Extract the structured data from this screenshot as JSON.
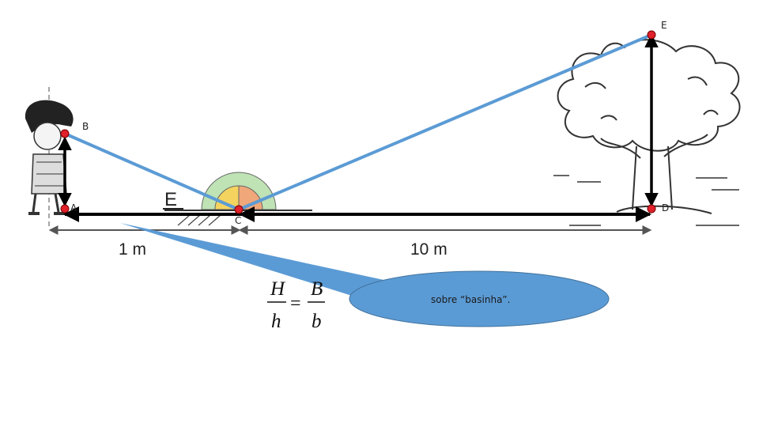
{
  "points": {
    "A": "A",
    "B": "B",
    "C": "C",
    "D": "D",
    "E": "E"
  },
  "mirror_label": "E",
  "distances": {
    "left": "1 m",
    "right": "10 m"
  },
  "formula": {
    "H": "H",
    "h": "h",
    "B": "B",
    "b": "b",
    "equals": "="
  },
  "callout": {
    "text": "sobre “basinha”."
  },
  "colors": {
    "ray": "#5b9bd5",
    "point": "#e0202a",
    "bubble": "#5b9bd5",
    "protractor_left": "#f4d35e",
    "protractor_right": "#f0a779",
    "protractor_base": "#bfe3b4"
  }
}
